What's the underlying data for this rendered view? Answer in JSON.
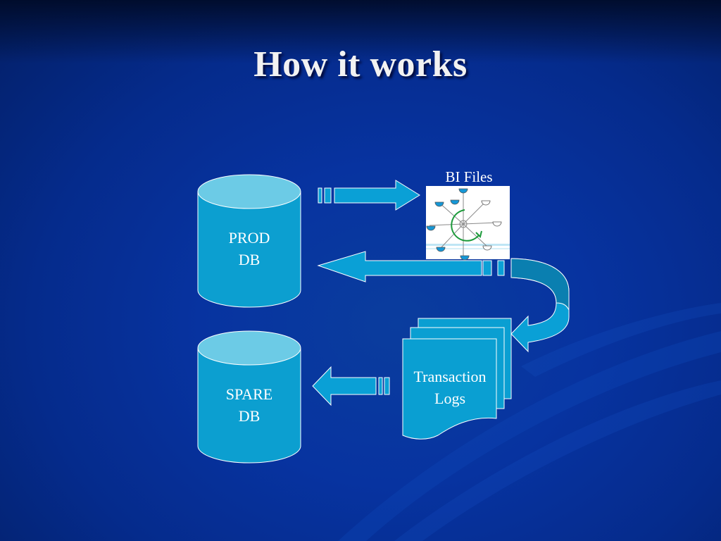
{
  "title": "How it works",
  "nodes": {
    "prod_db": {
      "line1": "PROD",
      "line2": "DB"
    },
    "spare_db": {
      "line1": "SPARE",
      "line2": "DB"
    },
    "bi_files": {
      "label": "BI Files"
    },
    "transaction_logs": {
      "line1": "Transaction",
      "line2": "Logs"
    }
  },
  "colors": {
    "background": "#0733a0",
    "cylinder_body": "#0c9fd0",
    "cylinder_top": "#6ccbe6",
    "arrow_fill": "#0aa0d6",
    "document_fill": "#0a9fd2",
    "text": "#ffffff"
  }
}
